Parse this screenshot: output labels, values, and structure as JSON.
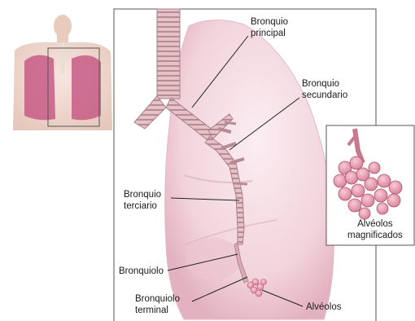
{
  "labels": {
    "bronquio_principal": "Bronquio\nprincipal",
    "bronquio_secundario": "Bronquio\nsecundario",
    "bronquio_terciario": "Bronquio\nterciario",
    "bronquiolo": "Bronquiolo",
    "bronquiolo_terminal": "Bronquiolo\nterminal",
    "alveolos": "Alvéolos",
    "alveolos_magnificados": "Alvéolos\nmagnificados"
  },
  "colors": {
    "lung": "#f2d3dc",
    "lung_dark": "#e4b3c1",
    "bronchus": "#e8c3c8",
    "bronchus_ring": "#a8808a",
    "alveoli": "#ec9db1",
    "frame": "#555555",
    "leader": "#222222"
  }
}
